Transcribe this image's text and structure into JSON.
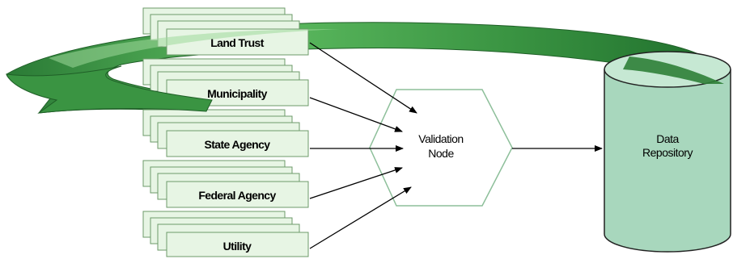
{
  "sources": [
    {
      "label": "Land Trust"
    },
    {
      "label": "Municipality"
    },
    {
      "label": "State Agency"
    },
    {
      "label": "Federal Agency"
    },
    {
      "label": "Utility"
    }
  ],
  "validation_node": {
    "line1": "Validation",
    "line2": "Node"
  },
  "repository": {
    "line1": "Data",
    "line2": "Repository"
  },
  "colors": {
    "stack_fill": "#e7f5e4",
    "stack_stroke": "#6c9a6a",
    "swirl_light": "#5cb35d",
    "swirl_dark": "#1f6e2c",
    "cylinder_body": "#a8d7bd",
    "cylinder_top": "#c6e8d3",
    "arrow": "#000000"
  }
}
